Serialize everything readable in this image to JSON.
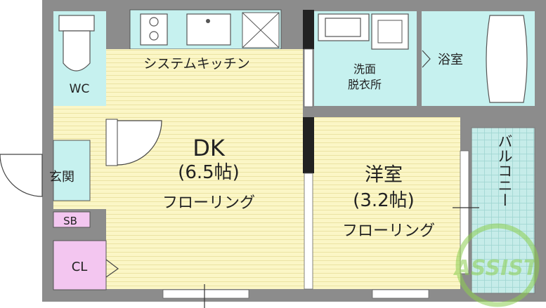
{
  "rooms": {
    "wc": "WC",
    "kitchen": "システムキッチン",
    "dk_name": "DK",
    "dk_size": "(6.5帖)",
    "dk_floor": "フローリング",
    "washroom_line1": "洗面",
    "washroom_line2": "脱衣所",
    "bath": "浴室",
    "western_name": "洋室",
    "western_size": "(3.2帖)",
    "western_floor": "フローリング",
    "balcony": "バルコニー",
    "entrance": "玄関",
    "sb": "SB",
    "cl": "CL"
  },
  "logo": "ASSIST",
  "colors": {
    "wall": "#8c8c8c",
    "floor_wood": "#fbf6c6",
    "tile": "#c6f1ef",
    "closet": "#f3c6f0",
    "balcony": "#c6ece9",
    "logo": "#8ccf50"
  }
}
